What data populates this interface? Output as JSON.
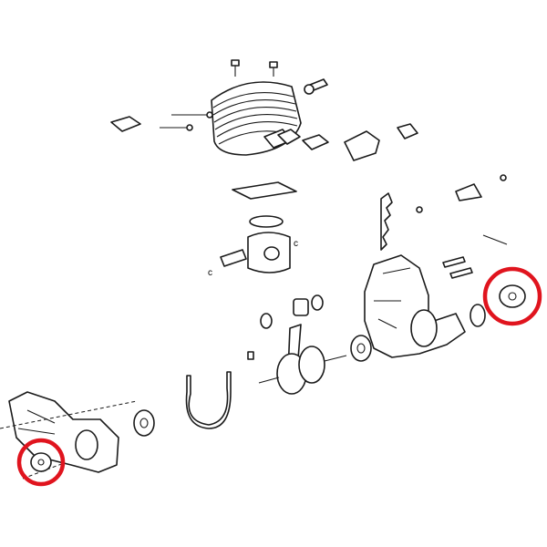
{
  "diagram": {
    "type": "exploded-parts-view",
    "line_color": "#1a1a1a",
    "background_color": "#ffffff",
    "highlight_color": "#e0141e",
    "highlighted_parts": [
      "right-crankshaft-seal",
      "left-crankshaft-seal"
    ]
  }
}
